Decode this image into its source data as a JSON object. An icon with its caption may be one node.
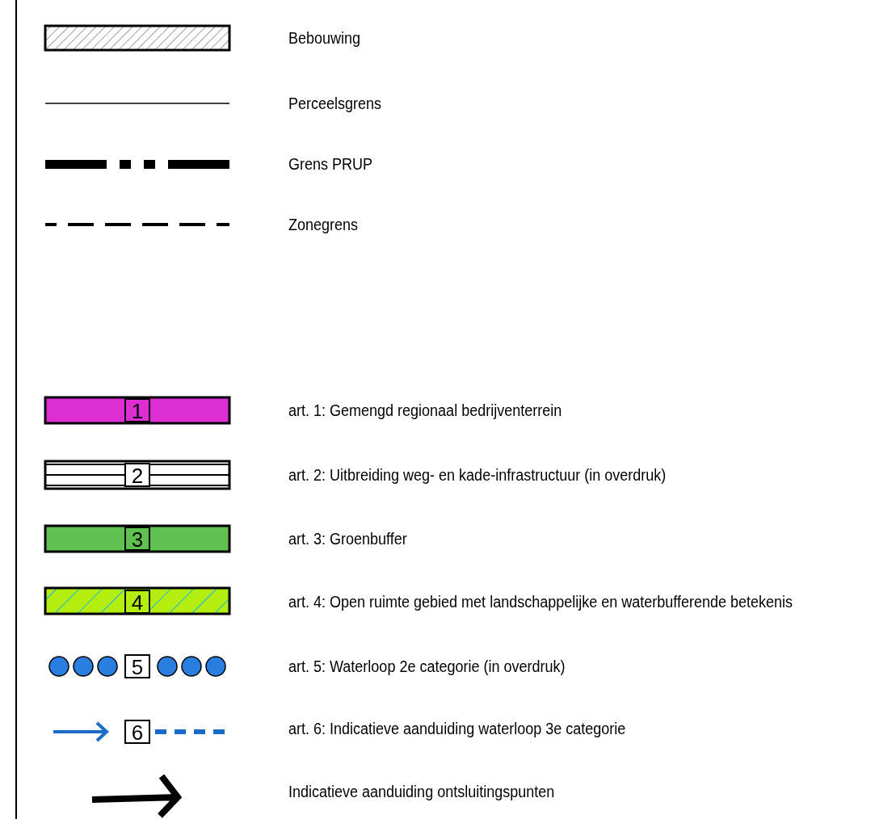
{
  "diagram": {
    "labels": [
      "1",
      "2",
      "3",
      "4",
      "5",
      "6"
    ],
    "legend": [
      {
        "text": "Bebouwing"
      },
      {
        "text": "Perceelsgrens"
      },
      {
        "text": "Grens PRUP"
      },
      {
        "text": "Zonegrens"
      },
      {
        "text": "art. 1: Gemengd regionaal bedrijventerrein",
        "color": "#dc2ed3"
      },
      {
        "text": "art. 2: Uitbreiding weg- en kade-infrastructuur (in overdruk)"
      },
      {
        "text": "art. 3: Groenbuffer",
        "color": "#5fc150"
      },
      {
        "text": "art. 4: Open ruimte gebied met landschappelijke en waterbufferende betekenis"
      },
      {
        "text": "art. 5: Waterloop 2e categorie (in overdruk)"
      },
      {
        "text": "art. 6: Indicatieve aanduiding waterloop 3e categorie"
      },
      {
        "text": "Indicatieve aanduiding ontsluitingspunten"
      }
    ]
  }
}
